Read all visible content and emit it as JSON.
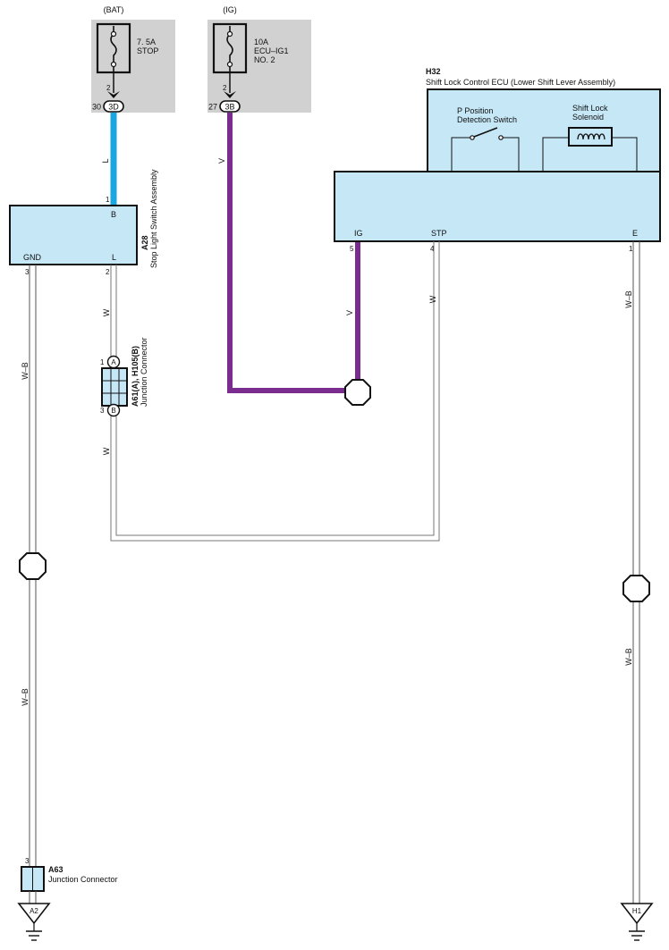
{
  "fuse_bat": {
    "source": "(BAT)",
    "rating": "7. 5A",
    "name": "STOP",
    "pin": "2",
    "terminal": "30",
    "connector": "3D"
  },
  "fuse_ig": {
    "source": "(IG)",
    "rating": "10A",
    "name1": "ECU–IG1",
    "name2": "NO. 2",
    "pin": "2",
    "terminal": "27",
    "connector": "3B"
  },
  "ecu": {
    "code": "H32",
    "title": "Shift Lock Control ECU (Lower Shift Lever Assembly)",
    "switch_line1": "P Position",
    "switch_line2": "Detection Switch",
    "solenoid_line1": "Shift Lock",
    "solenoid_line2": "Solenoid",
    "pin_ig": "IG",
    "pin_ig_num": "5",
    "pin_stp": "STP",
    "pin_stp_num": "4",
    "pin_e": "E",
    "pin_e_num": "1"
  },
  "stop_switch": {
    "code": "A28",
    "name": "Stop Light Switch Assembly",
    "pin_b": "B",
    "pin_b_num": "1",
    "pin_gnd": "GND",
    "pin_gnd_num": "3",
    "pin_l": "L",
    "pin_l_num": "2"
  },
  "junction_a61": {
    "code": "A61(A), H105(B)",
    "name": "Junction Connector",
    "pin_top": "1",
    "tag_top": "A",
    "pin_bottom": "3",
    "tag_bottom": "B"
  },
  "junction_a63": {
    "code": "A63",
    "name": "Junction Connector",
    "pin": "3"
  },
  "grounds": {
    "a2": "A2",
    "h1": "H1"
  },
  "wires": {
    "l": "L",
    "v": "V",
    "w": "W",
    "wb": "W–B"
  },
  "colors": {
    "blue_wire": "#1aa6e0",
    "violet_wire": "#7b2c8f",
    "box_fill": "#c5e7f6",
    "fuse_bg": "#d1d1d1"
  }
}
